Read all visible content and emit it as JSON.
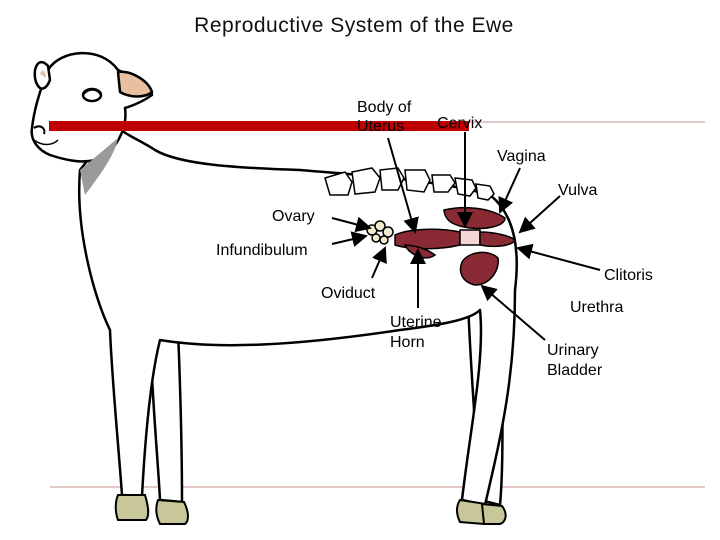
{
  "slide": {
    "title": "Reproductive System of the Ewe",
    "rule_color": "#c00000"
  },
  "labels": {
    "body_of_uterus_1": "Body of",
    "body_of_uterus_2": "Uterus",
    "cervix": "Cervix",
    "vagina": "Vagina",
    "vulva": "Vulva",
    "ovary": "Ovary",
    "infundibulum": "Infundibulum",
    "clitoris": "Clitoris",
    "oviduct": "Oviduct",
    "uterine_horn_1": "Uterine",
    "uterine_horn_2": "Horn",
    "urethra": "Urethra",
    "urinary_bladder_1": "Urinary",
    "urinary_bladder_2": "Bladder"
  }
}
